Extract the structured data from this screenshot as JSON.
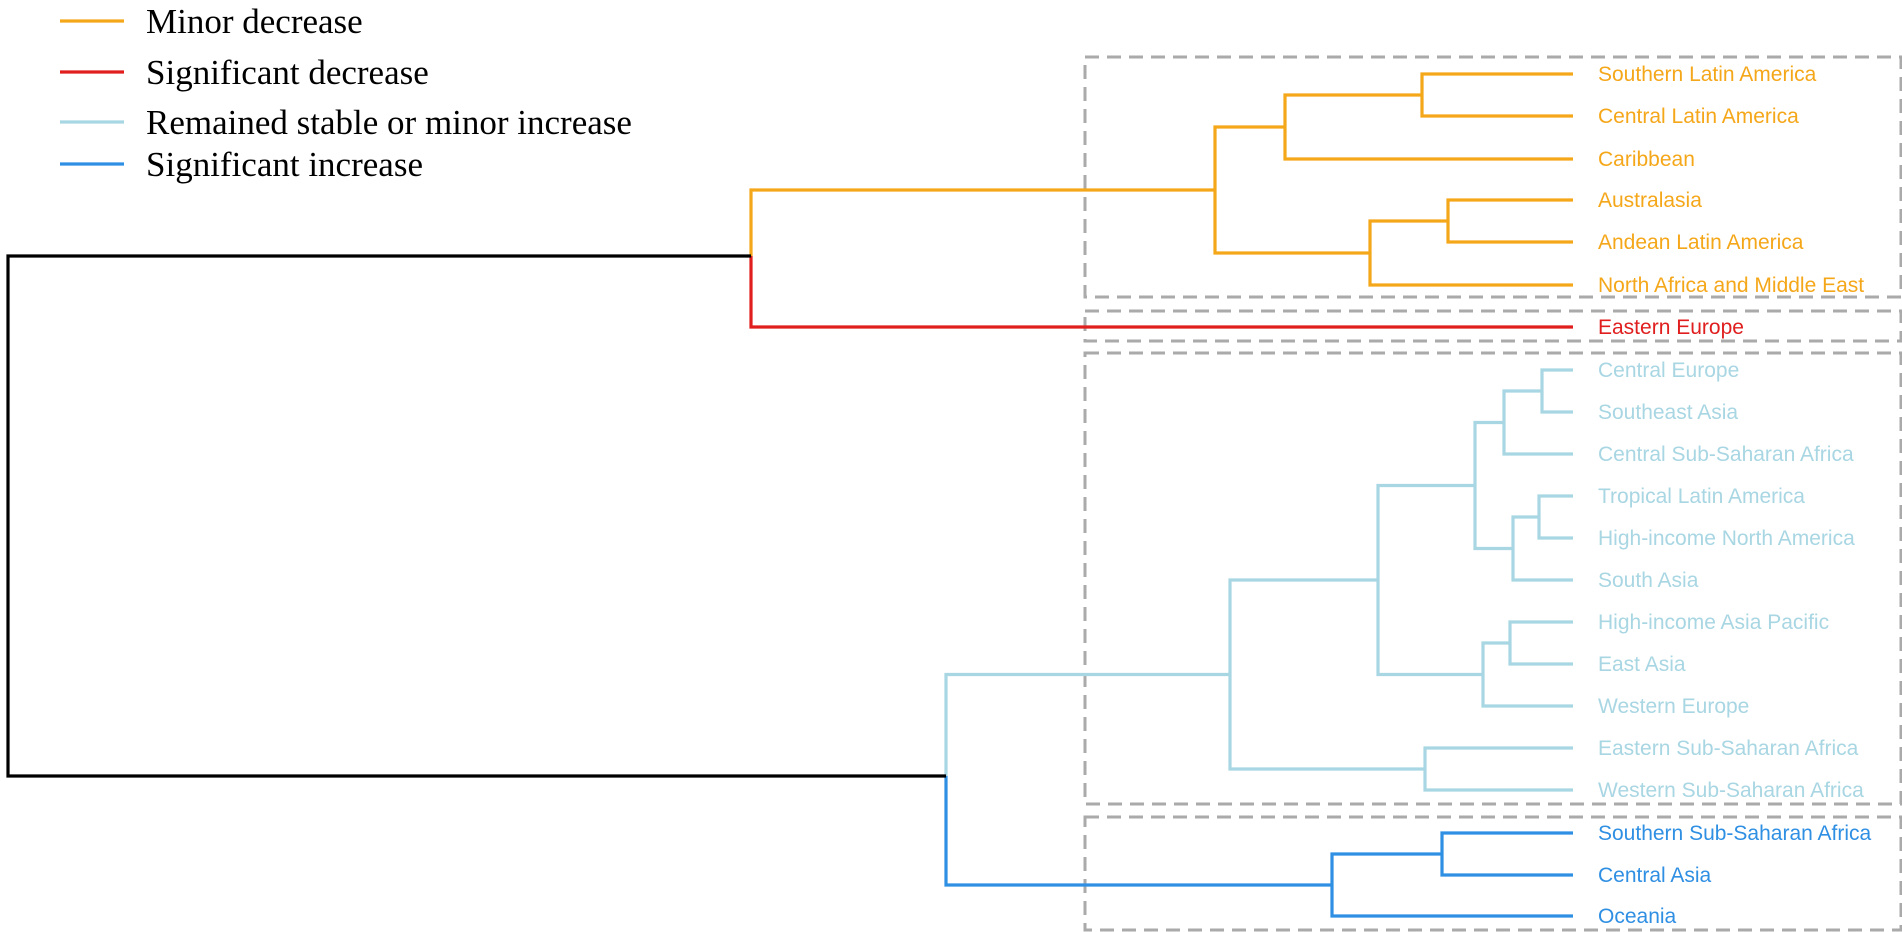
{
  "colors": {
    "root": "#000000",
    "minor_decrease": "#f5a71a",
    "significant_decrease": "#e01e1e",
    "stable_or_minor_increase": "#a8d6e3",
    "significant_increase": "#2f8fe3",
    "box": "#aaaaaa"
  },
  "legend": [
    {
      "label": "Minor decrease",
      "color_key": "minor_decrease"
    },
    {
      "label": "Significant decrease",
      "color_key": "significant_decrease"
    },
    {
      "label": "Remained stable or minor increase",
      "color_key": "stable_or_minor_increase"
    },
    {
      "label": "Significant increase",
      "color_key": "significant_increase"
    }
  ],
  "leaves": [
    {
      "label": "Southern Latin America",
      "group": "minor_decrease"
    },
    {
      "label": "Central Latin America",
      "group": "minor_decrease"
    },
    {
      "label": "Caribbean",
      "group": "minor_decrease"
    },
    {
      "label": "Australasia",
      "group": "minor_decrease"
    },
    {
      "label": "Andean Latin America",
      "group": "minor_decrease"
    },
    {
      "label": "North Africa and Middle East",
      "group": "minor_decrease"
    },
    {
      "label": "Eastern Europe",
      "group": "significant_decrease"
    },
    {
      "label": "Central Europe",
      "group": "stable_or_minor_increase"
    },
    {
      "label": "Southeast Asia",
      "group": "stable_or_minor_increase"
    },
    {
      "label": "Central Sub-Saharan Africa",
      "group": "stable_or_minor_increase"
    },
    {
      "label": "Tropical Latin America",
      "group": "stable_or_minor_increase"
    },
    {
      "label": "High-income North America",
      "group": "stable_or_minor_increase"
    },
    {
      "label": "South Asia",
      "group": "stable_or_minor_increase"
    },
    {
      "label": "High-income Asia Pacific",
      "group": "stable_or_minor_increase"
    },
    {
      "label": "East Asia",
      "group": "stable_or_minor_increase"
    },
    {
      "label": "Western Europe",
      "group": "stable_or_minor_increase"
    },
    {
      "label": "Eastern Sub-Saharan Africa",
      "group": "stable_or_minor_increase"
    },
    {
      "label": "Western Sub-Saharan Africa",
      "group": "stable_or_minor_increase"
    },
    {
      "label": "Southern Sub-Saharan Africa",
      "group": "significant_increase"
    },
    {
      "label": "Central Asia",
      "group": "significant_increase"
    },
    {
      "label": "Oceania",
      "group": "significant_increase"
    }
  ]
}
